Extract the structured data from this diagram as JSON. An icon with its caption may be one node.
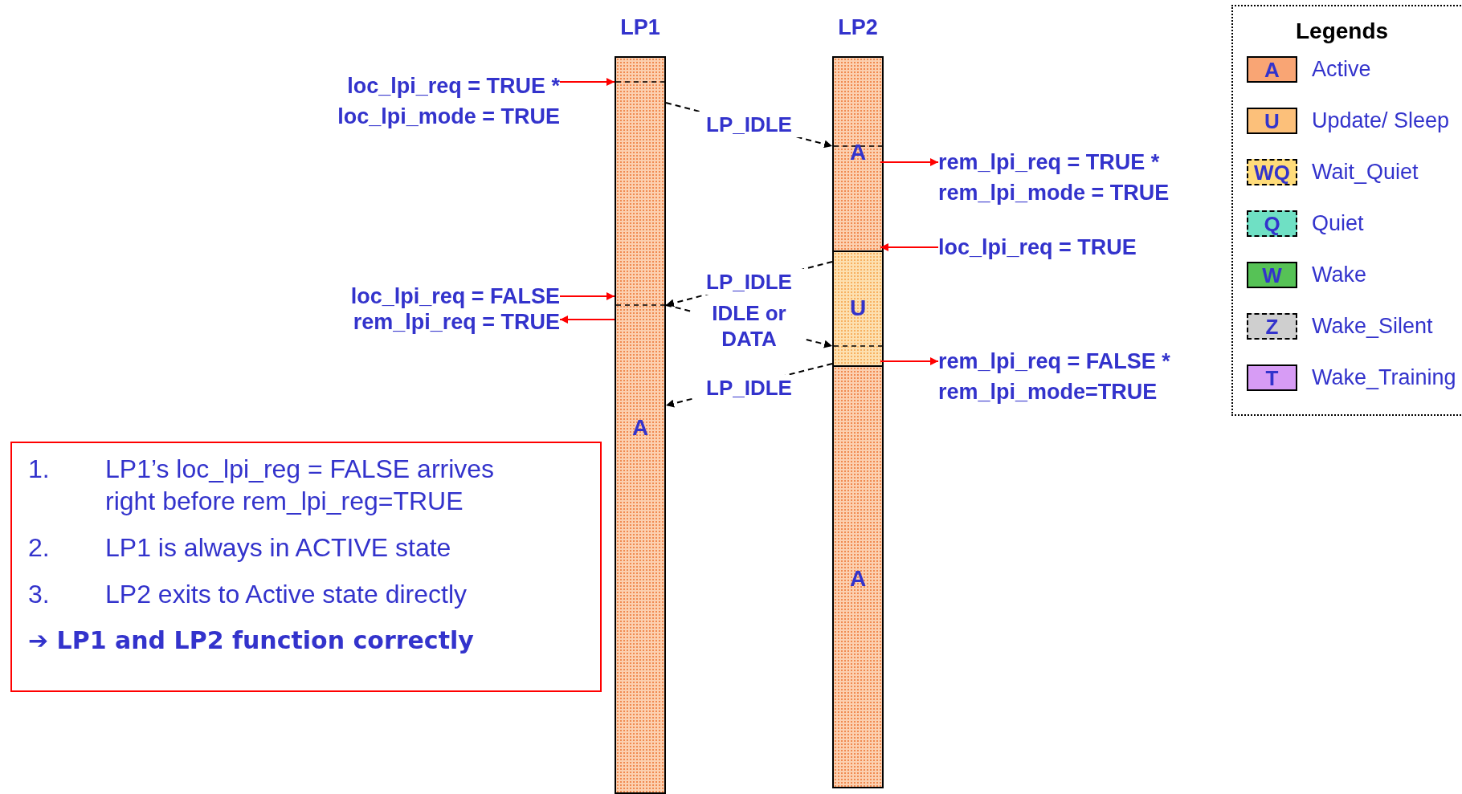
{
  "diagram": {
    "nodes": [
      {
        "text": [
          "A"
        ],
        "beside": [
          "LP1"
        ]
      },
      {
        "text": [],
        "shape": "bar",
        "beside": [
          "LP2"
        ]
      },
      {
        "text": [
          "A"
        ],
        "in": 1
      },
      {
        "text": [
          "U"
        ],
        "in": 1
      },
      {
        "text": [
          "A"
        ],
        "in": 1
      },
      {
        "text": [
          "loc_lpi_req = TRUE *",
          "loc_lpi_mode = TRUE"
        ]
      },
      {
        "text": [
          "loc_lpi_req = FALSE"
        ]
      },
      {
        "text": [
          "rem_lpi_req = TRUE"
        ]
      },
      {
        "text": [
          "rem_lpi_req = TRUE *",
          "rem_lpi_mode = TRUE"
        ]
      },
      {
        "text": [
          "loc_lpi_req = TRUE"
        ]
      },
      {
        "text": [
          "rem_lpi_req = FALSE *",
          "rem_lpi_mode=TRUE"
        ]
      },
      {
        "text": [
          "1.",
          "LP1’s loc_lpi_reg = FALSE arrives right before rem_lpi_reg=TRUE",
          "2.",
          "LP1 is always in ACTIVE state",
          "3.",
          "LP2 exits to Active state directly",
          "➔ LP1 and LP2 function correctly"
        ]
      }
    ],
    "edges": [
      {
        "from": 0,
        "to": 2,
        "arrow": "to",
        "label": "LP_IDLE",
        "style": "dashed",
        "color": "#000000"
      },
      {
        "from": 3,
        "to": 0,
        "arrow": "to",
        "label": "LP_IDLE",
        "style": "dashed",
        "color": "#000000"
      },
      {
        "from": 0,
        "to": 3,
        "arrow": "to",
        "label": "IDLE or DATA",
        "style": "dashed",
        "color": "#000000"
      },
      {
        "from": 4,
        "to": 0,
        "arrow": "to",
        "label": "LP_IDLE",
        "style": "dashed",
        "color": "#000000"
      },
      {
        "from": 5,
        "to": 0,
        "arrow": "to"
      },
      {
        "from": 6,
        "to": 0,
        "arrow": "to"
      },
      {
        "from": 0,
        "to": 7,
        "arrow": "to"
      },
      {
        "from": 2,
        "to": 8,
        "arrow": "to"
      },
      {
        "from": 9,
        "to": 3,
        "arrow": "to"
      },
      {
        "from": 4,
        "to": 10,
        "arrow": "to"
      }
    ],
    "labels": [
      "Legends",
      "A",
      "U",
      "WQ",
      "Q",
      "W",
      "Z",
      "T"
    ],
    "legend": [
      {
        "text": "Active",
        "color": "#f9a574"
      },
      {
        "text": "Update/ Sleep",
        "color": "#fcc07a"
      },
      {
        "text": "Wait_Quiet",
        "color": "#ffdc7a"
      },
      {
        "text": "Quiet",
        "color": "#6fe0c4"
      },
      {
        "text": "Wake",
        "color": "#56c256"
      },
      {
        "text": "Wake_Silent",
        "color": "#cfcfcf"
      },
      {
        "text": "Wake_Training",
        "color": "#d79cf5"
      }
    ]
  }
}
